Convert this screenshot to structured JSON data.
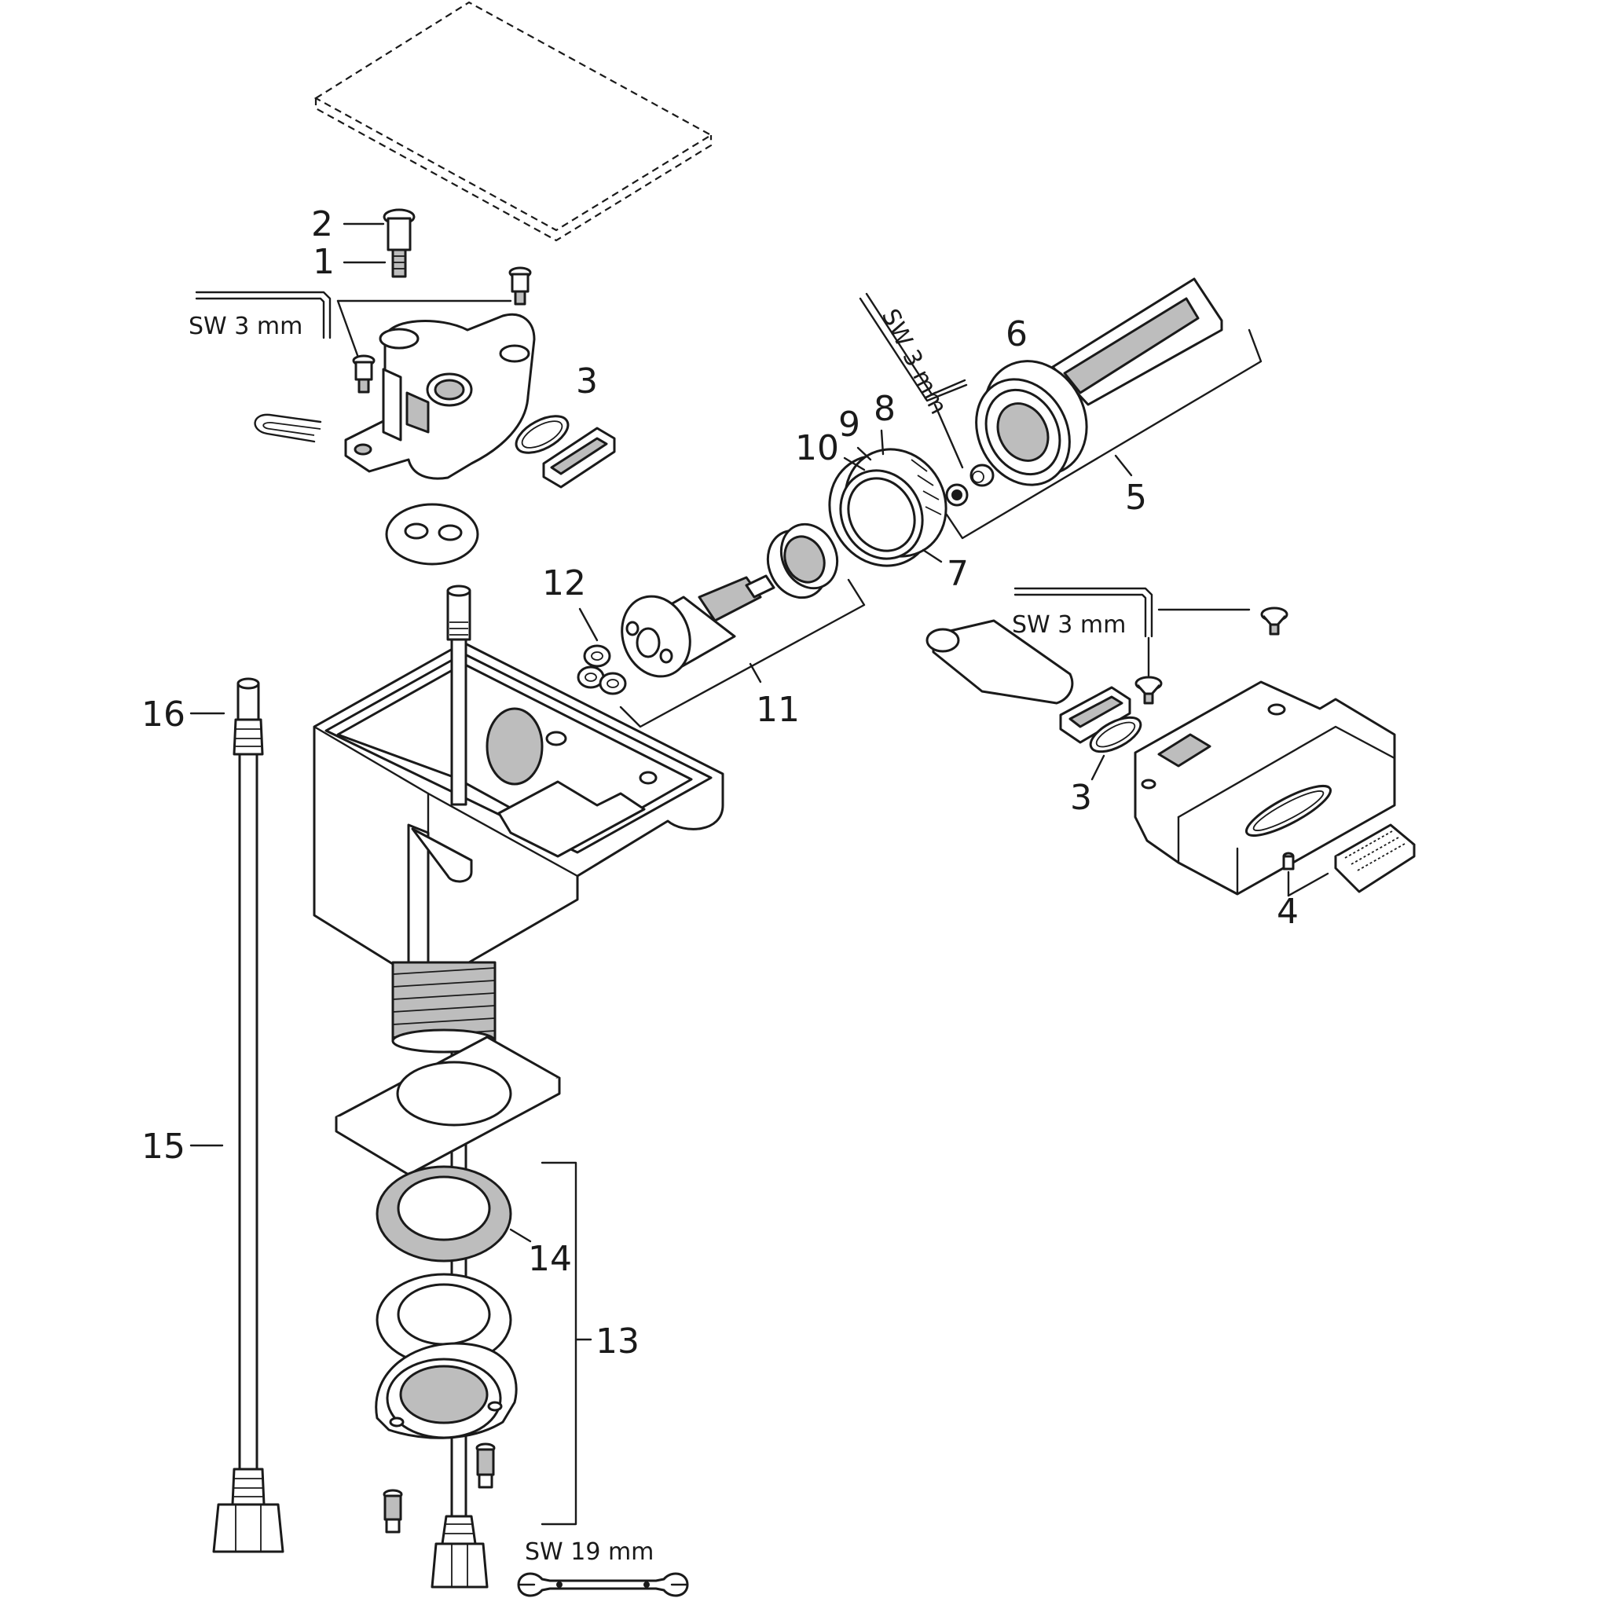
{
  "callouts": [
    {
      "id": "c1",
      "label": "1"
    },
    {
      "id": "c2",
      "label": "2"
    },
    {
      "id": "c3a",
      "label": "3"
    },
    {
      "id": "c3b",
      "label": "3"
    },
    {
      "id": "c4",
      "label": "4"
    },
    {
      "id": "c5",
      "label": "5"
    },
    {
      "id": "c6",
      "label": "6"
    },
    {
      "id": "c7",
      "label": "7"
    },
    {
      "id": "c8",
      "label": "8"
    },
    {
      "id": "c9",
      "label": "9"
    },
    {
      "id": "c10",
      "label": "10"
    },
    {
      "id": "c11",
      "label": "11"
    },
    {
      "id": "c12",
      "label": "12"
    },
    {
      "id": "c13",
      "label": "13"
    },
    {
      "id": "c14",
      "label": "14"
    },
    {
      "id": "c15",
      "label": "15"
    },
    {
      "id": "c16",
      "label": "16"
    }
  ],
  "tools": {
    "hex_key_left": "SW 3 mm",
    "hex_key_middle": "SW 3 mm",
    "hex_key_right": "SW 3 mm",
    "wrench": "SW 19 mm"
  },
  "icons": {
    "hex_key": "allen-key-icon",
    "wrench": "open-end-wrench-icon"
  },
  "colors": {
    "line": "#1a1a1a",
    "shade": "#bdbdbd",
    "background": "#ffffff"
  }
}
